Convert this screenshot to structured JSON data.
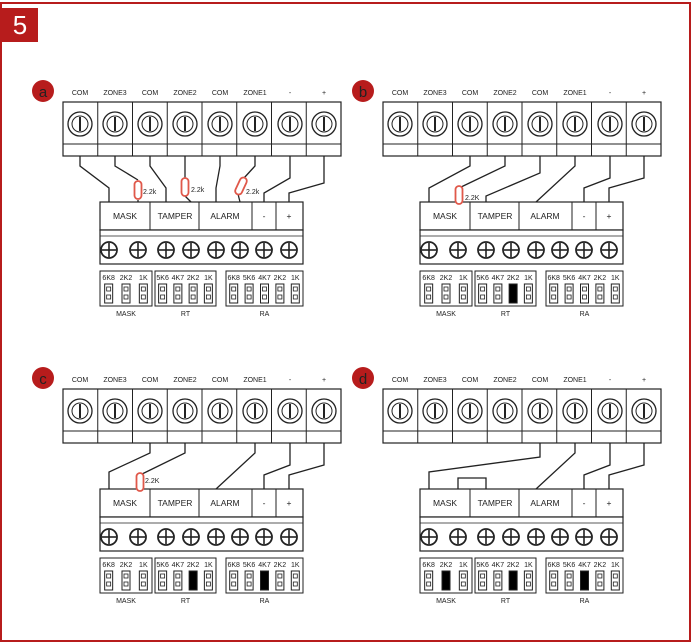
{
  "step_number": "5",
  "terminal_labels": [
    "COM",
    "ZONE3",
    "COM",
    "ZONE2",
    "COM",
    "ZONE1",
    "-",
    "+"
  ],
  "module_labels": [
    "MASK",
    "TAMPER",
    "ALARM",
    "-",
    "+"
  ],
  "jumper_header_labels": [
    "6K8",
    "2K2",
    "1K",
    "5K6",
    "4K7",
    "2K2",
    "1K",
    "6K8",
    "5K6",
    "4K7",
    "2K2",
    "1K"
  ],
  "jumper_group_labels": [
    "MASK",
    "RT",
    "RA"
  ],
  "colors": {
    "accent": "#b71c1c",
    "line": "#222222",
    "resistor": "#e0584a",
    "frame": "#b71c1c"
  },
  "panels": [
    {
      "badge": "a",
      "resistors": [
        "2.2k",
        "2.2k",
        "2.2k"
      ]
    },
    {
      "badge": "b",
      "resistors": [
        "2.2K"
      ]
    },
    {
      "badge": "c",
      "resistors": [
        "2.2K"
      ]
    },
    {
      "badge": "d",
      "resistors": []
    }
  ]
}
